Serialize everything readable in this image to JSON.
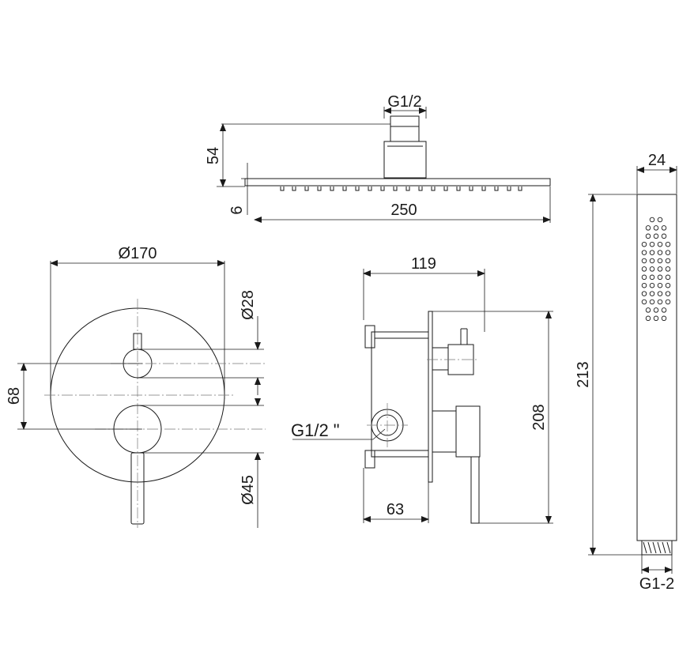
{
  "shower_head": {
    "thread_label": "G1/2",
    "height_label": "54",
    "thickness_label": "6",
    "width_label": "250"
  },
  "cover_plate": {
    "diameter_label": "Ø170",
    "handle_top_label": "Ø28",
    "spacing_label": "68",
    "handle_bottom_label": "Ø45"
  },
  "mixer_body": {
    "depth_label": "119",
    "inlet_label": "G1/2 \"",
    "height_label": "208",
    "base_label": "63"
  },
  "hand_shower": {
    "width_label": "24",
    "length_label": "213",
    "thread_label": "G1-2"
  }
}
